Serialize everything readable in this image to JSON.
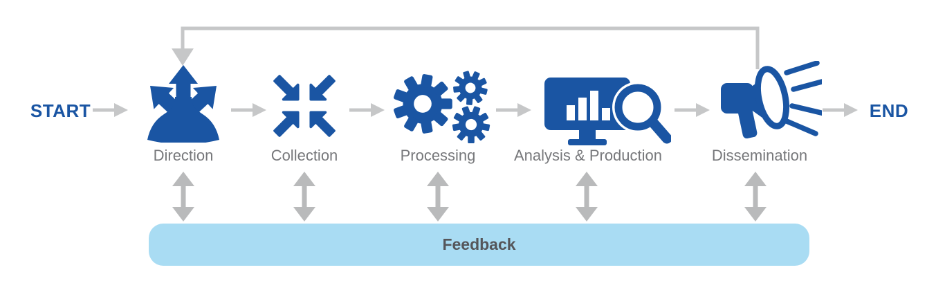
{
  "diagram": {
    "start_label": "START",
    "end_label": "END",
    "stages": [
      {
        "label": "Direction",
        "icon": "three-way-branch-arrows-icon"
      },
      {
        "label": "Collection",
        "icon": "converging-arrows-icon"
      },
      {
        "label": "Processing",
        "icon": "gears-icon"
      },
      {
        "label": "Analysis & Production",
        "icon": "monitor-chart-magnifier-icon"
      },
      {
        "label": "Dissemination",
        "icon": "megaphone-icon"
      }
    ],
    "feedback": {
      "label": "Feedback"
    },
    "colors": {
      "icon_blue": "#1A55A3",
      "endpoint_text_blue": "#1A55A3",
      "flow_arrow_gray": "#C6C7C8",
      "loop_arrow_gray": "#C6C7C8",
      "double_arrow_gray": "#B9BABB",
      "stage_label_gray": "#77787B",
      "feedback_bg_blue": "#A9DCF3",
      "feedback_text_gray": "#55565A"
    }
  }
}
